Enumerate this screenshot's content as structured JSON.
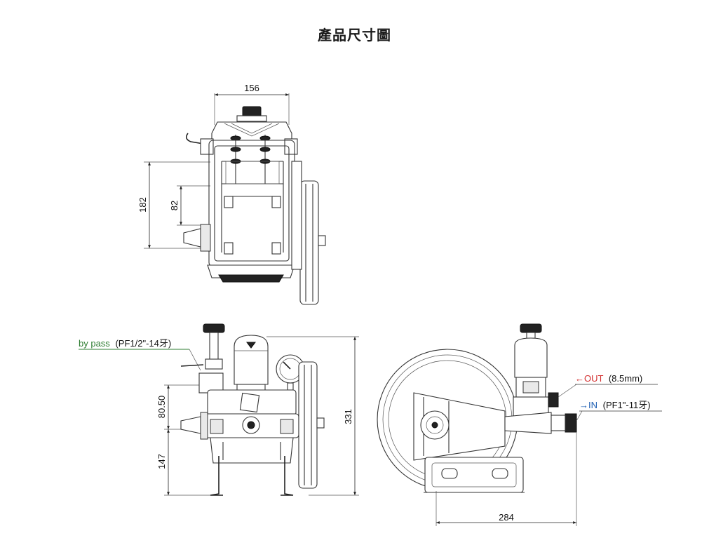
{
  "title": "產品尺寸圖",
  "dimensions": {
    "top_width": "156",
    "top_height_outer": "182",
    "top_height_inner": "82",
    "front_upper": "80.50",
    "front_lower": "147",
    "front_total_height": "331",
    "side_width": "284"
  },
  "labels": {
    "bypass_name": "by pass",
    "bypass_spec": "(PF1/2\"-14牙)",
    "out_name": "←OUT",
    "out_spec": "(8.5mm)",
    "in_name": "→IN",
    "in_spec": "(PF1\"-11牙)"
  },
  "colors": {
    "bypass": "#2e7d32",
    "out": "#d32f2f",
    "in": "#1e5fb3"
  }
}
